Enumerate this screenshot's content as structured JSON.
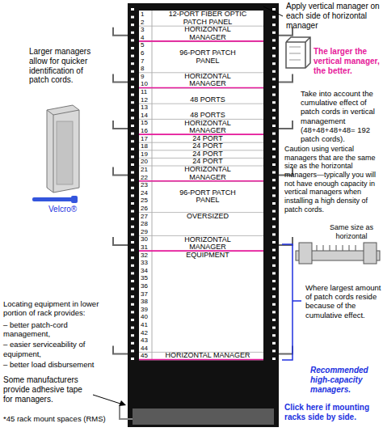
{
  "diagram": {
    "nodes": [
      {
        "text": [
          "12-PORT FIBER OPTIC PATCH PANEL"
        ]
      },
      {
        "text": [
          "HORIZONTAL MANAGER"
        ]
      },
      {
        "text": [
          "96-PORT PATCH PANEL"
        ]
      },
      {
        "text": [
          "HORIZONTAL MANAGER"
        ]
      },
      {
        "text": [
          "48 PORTS"
        ]
      },
      {
        "text": [
          "48 PORTS"
        ]
      },
      {
        "text": [
          "HORIZONTAL MANAGER"
        ]
      },
      {
        "text": [
          "24 PORT"
        ]
      },
      {
        "text": [
          "24 PORT"
        ]
      },
      {
        "text": [
          "24 PORT"
        ]
      },
      {
        "text": [
          "24 PORT"
        ]
      },
      {
        "text": [
          "HORIZONTAL MANAGER"
        ]
      },
      {
        "text": [
          "96-PORT PATCH PANEL"
        ]
      },
      {
        "text": [
          "OVERSIZED"
        ]
      },
      {
        "text": [
          "HORIZONTAL MANAGER"
        ]
      },
      {
        "text": [
          "EQUIPMENT"
        ]
      },
      {
        "text": [
          "HORIZONTAL MANAGER"
        ]
      }
    ],
    "labels": [
      "1",
      "2",
      "3",
      "4",
      "5",
      "6",
      "7",
      "8",
      "9",
      "10",
      "11",
      "12",
      "13",
      "14",
      "15",
      "16",
      "17",
      "18",
      "19",
      "20",
      "21",
      "22",
      "23",
      "24",
      "25",
      "26",
      "27",
      "28",
      "29",
      "30",
      "31",
      "32",
      "33",
      "34",
      "35",
      "36",
      "37",
      "38",
      "39",
      "40",
      "41",
      "42",
      "43",
      "44",
      "45",
      "Apply vertical manager on each side of horizontal manager",
      "The larger the vertical manager, the better.",
      "Take into account the cumulative effect of patch cords in vertical management (48+48+48+48= 192 patch cords).",
      "Caution using vertical managers that are the same size as the horizontal managers—typically you will not have enough capacity in vertical managers when installing a high density of patch cords.",
      "Same size as horizontal",
      "Where largest amount of patch cords reside because of the cumulative effect.",
      "Recommended high-capacity managers.",
      "Click here if mounting racks side by side.",
      "Larger managers allow for quicker identification of patch cords.",
      "Velcro®",
      "Locating equipment in lower portion of rack provides:",
      "– better patch-cord management,",
      "– easier serviceability of equipment,",
      "– better load disbursement",
      "Some manufacturers provide adhesive tape for managers.",
      "*45 rack mount spaces (RMS)"
    ]
  }
}
